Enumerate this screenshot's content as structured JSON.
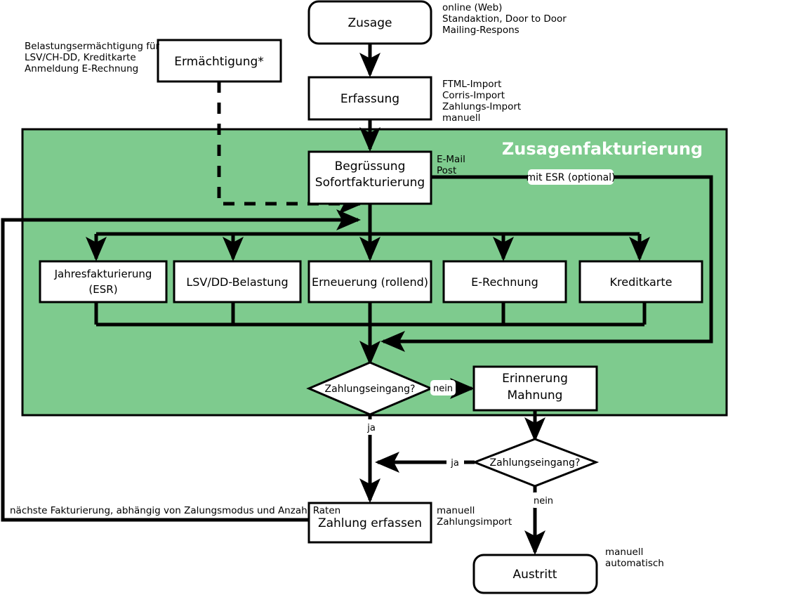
{
  "colors": {
    "group_fill": "#7ecb8e",
    "stroke": "#000000",
    "node_fill": "#ffffff",
    "group_title": "#ffffff"
  },
  "group": {
    "title": "Zusagenfakturierung"
  },
  "nodes": {
    "zusage": "Zusage",
    "erfassung": "Erfassung",
    "ermaechtigung": "Ermächtigung*",
    "begruessung_l1": "Begrüssung",
    "begruessung_l2": "Sofortfakturierung",
    "jahres_l1": "Jahresfakturierung",
    "jahres_l2": "(ESR)",
    "lsv": "LSV/DD-Belastung",
    "erneuerung": "Erneuerung (rollend)",
    "erechnung": "E-Rechnung",
    "kreditkarte": "Kreditkarte",
    "zahlungseingang_1": "Zahlungseingang?",
    "zahlungseingang_2": "Zahlungseingang?",
    "erinnerung_l1": "Erinnerung",
    "erinnerung_l2": "Mahnung",
    "zahlung_erfassen": "Zahlung erfassen",
    "austritt": "Austritt"
  },
  "annotations": {
    "zusage_l1": "online (Web)",
    "zusage_l2": "Standaktion, Door to Door",
    "zusage_l3": "Mailing-Respons",
    "erfassung_l1": "FTML-Import",
    "erfassung_l2": "Corris-Import",
    "erfassung_l3": "Zahlungs-Import",
    "erfassung_l4": "manuell",
    "ermaechtigung_l1": "Belastungsermächtigung für",
    "ermaechtigung_l2": "LSV/CH-DD, Kreditkarte",
    "ermaechtigung_l3": "Anmeldung E-Rechnung",
    "begruessung_l1": "E-Mail",
    "begruessung_l2": "Post",
    "zahlung_erfassen_l1": "manuell",
    "zahlung_erfassen_l2": "Zahlungsimport",
    "austritt_l1": "manuell",
    "austritt_l2": "automatisch",
    "naechste_fakturierung": "nächste Fakturierung, abhängig von Zalungsmodus und Anzahl Raten"
  },
  "edge_labels": {
    "mit_esr": "mit ESR (optional)",
    "nein_1": "nein",
    "ja_1": "ja",
    "ja_2": "ja",
    "nein_2": "nein"
  }
}
